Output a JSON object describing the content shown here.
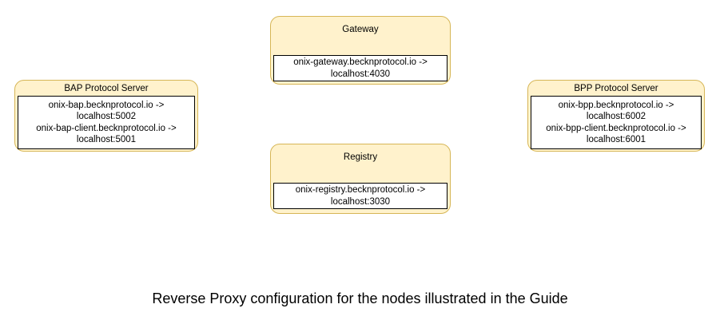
{
  "diagram": {
    "title": "Reverse Proxy configuration for the nodes illustrated in the Guide",
    "colors": {
      "node_fill": "#fff2cc",
      "node_border": "#d6b656",
      "panel_fill": "#ffffff",
      "panel_border": "#000000",
      "text": "#000000",
      "background": "#ffffff"
    },
    "nodes": [
      {
        "id": "gateway",
        "title": "Gateway",
        "mappings": [
          {
            "line1": "onix-gateway.becknprotocol.io ->",
            "line2": "localhost:4030"
          }
        ]
      },
      {
        "id": "bap",
        "title": "BAP Protocol Server",
        "mappings": [
          {
            "line1": "onix-bap.becknprotocol.io ->",
            "line2": "localhost:5002"
          },
          {
            "line1": "onix-bap-client.becknprotocol.io ->",
            "line2": "localhost:5001"
          }
        ]
      },
      {
        "id": "bpp",
        "title": "BPP Protocol Server",
        "mappings": [
          {
            "line1": "onix-bpp.becknprotocol.io ->",
            "line2": "localhost:6002"
          },
          {
            "line1": "onix-bpp-client.becknprotocol.io ->",
            "line2": "localhost:6001"
          }
        ]
      },
      {
        "id": "registry",
        "title": "Registry",
        "mappings": [
          {
            "line1": "onix-registry.becknprotocol.io ->",
            "line2": "localhost:3030"
          }
        ]
      }
    ]
  }
}
